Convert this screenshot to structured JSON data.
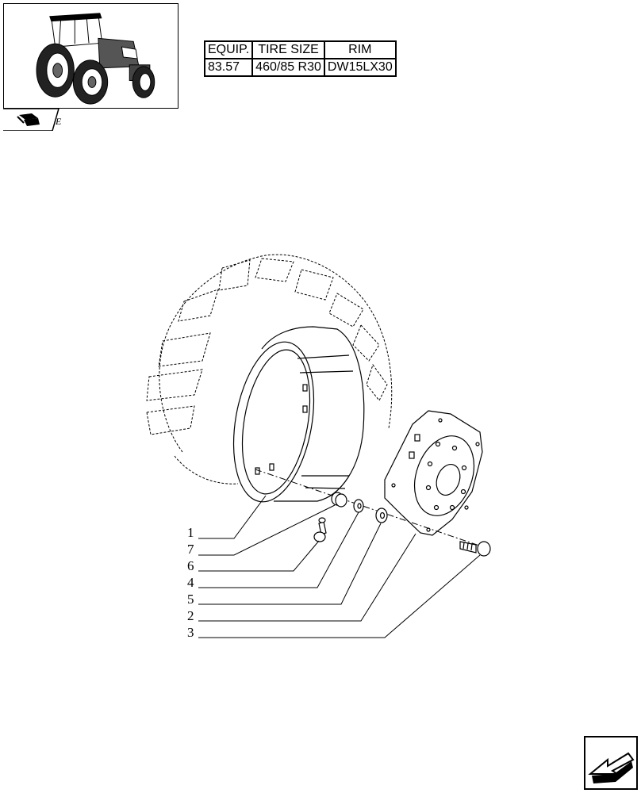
{
  "spec_table": {
    "headers": [
      "EQUIP.",
      "TIRE SIZE",
      "RIM"
    ],
    "row": [
      "83.57",
      "460/85 R30",
      "DW15LX30"
    ]
  },
  "section_tab": {
    "letter": "E",
    "icon": "book-hand-icon"
  },
  "callouts": [
    "1",
    "7",
    "6",
    "4",
    "5",
    "2",
    "3"
  ],
  "nav": {
    "icon": "next-page-arrow-icon"
  }
}
